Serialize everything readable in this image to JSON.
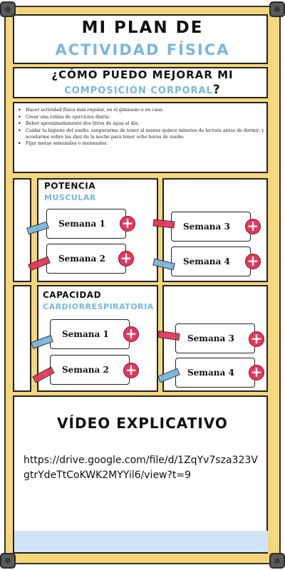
{
  "header": {
    "title_line1": "MI PLAN DE",
    "title_line2": "ACTIVIDAD FÍSICA"
  },
  "question": {
    "line1": "¿CÓMO PUEDO MEJORAR MI",
    "line2": "COMPOSICIÓN CORPORAL",
    "mark": "?"
  },
  "tips": [
    "Hacer actividad física más regular, en el gimnasio o en casa.",
    "Crear una rutina de ejercicios diaria.",
    "Beber aproximadamente dos litros de agua al día.",
    "Cuidar la higiene del sueño: asegurarme de tener al menos quince minutos de lectura antes de dormir, y acostarme sobre las diez de la noche para tener ocho horas de sueño.",
    "Fijar metas semanales o mensuales."
  ],
  "section1": {
    "title": "POTENCIA",
    "subtitle": "MUSCULAR",
    "weeks": [
      "Semana 1",
      "Semana 2",
      "Semana 3",
      "Semana 4"
    ]
  },
  "section2": {
    "title": "CAPACIDAD",
    "subtitle": "CARDIORRESPIRATORIA",
    "weeks": [
      "Semana 1",
      "Semana 2",
      "Semana 3",
      "Semana 4"
    ]
  },
  "video": {
    "title": "VÍDEO EXPLICATIVO",
    "link": "https://drive.google.com/file/d/1ZqYv7sza323VgtrYdeTtCoKWK2MYYil6/view?t=9"
  },
  "icons": {
    "add": "plus-icon"
  },
  "colors": {
    "frame": "#f6d67a",
    "accent_blue": "#7ab6e0",
    "plus_red": "#e8365a",
    "tape_blue": "#7ab6e0",
    "tape_red": "#e8365a"
  },
  "plus_symbol": "+"
}
